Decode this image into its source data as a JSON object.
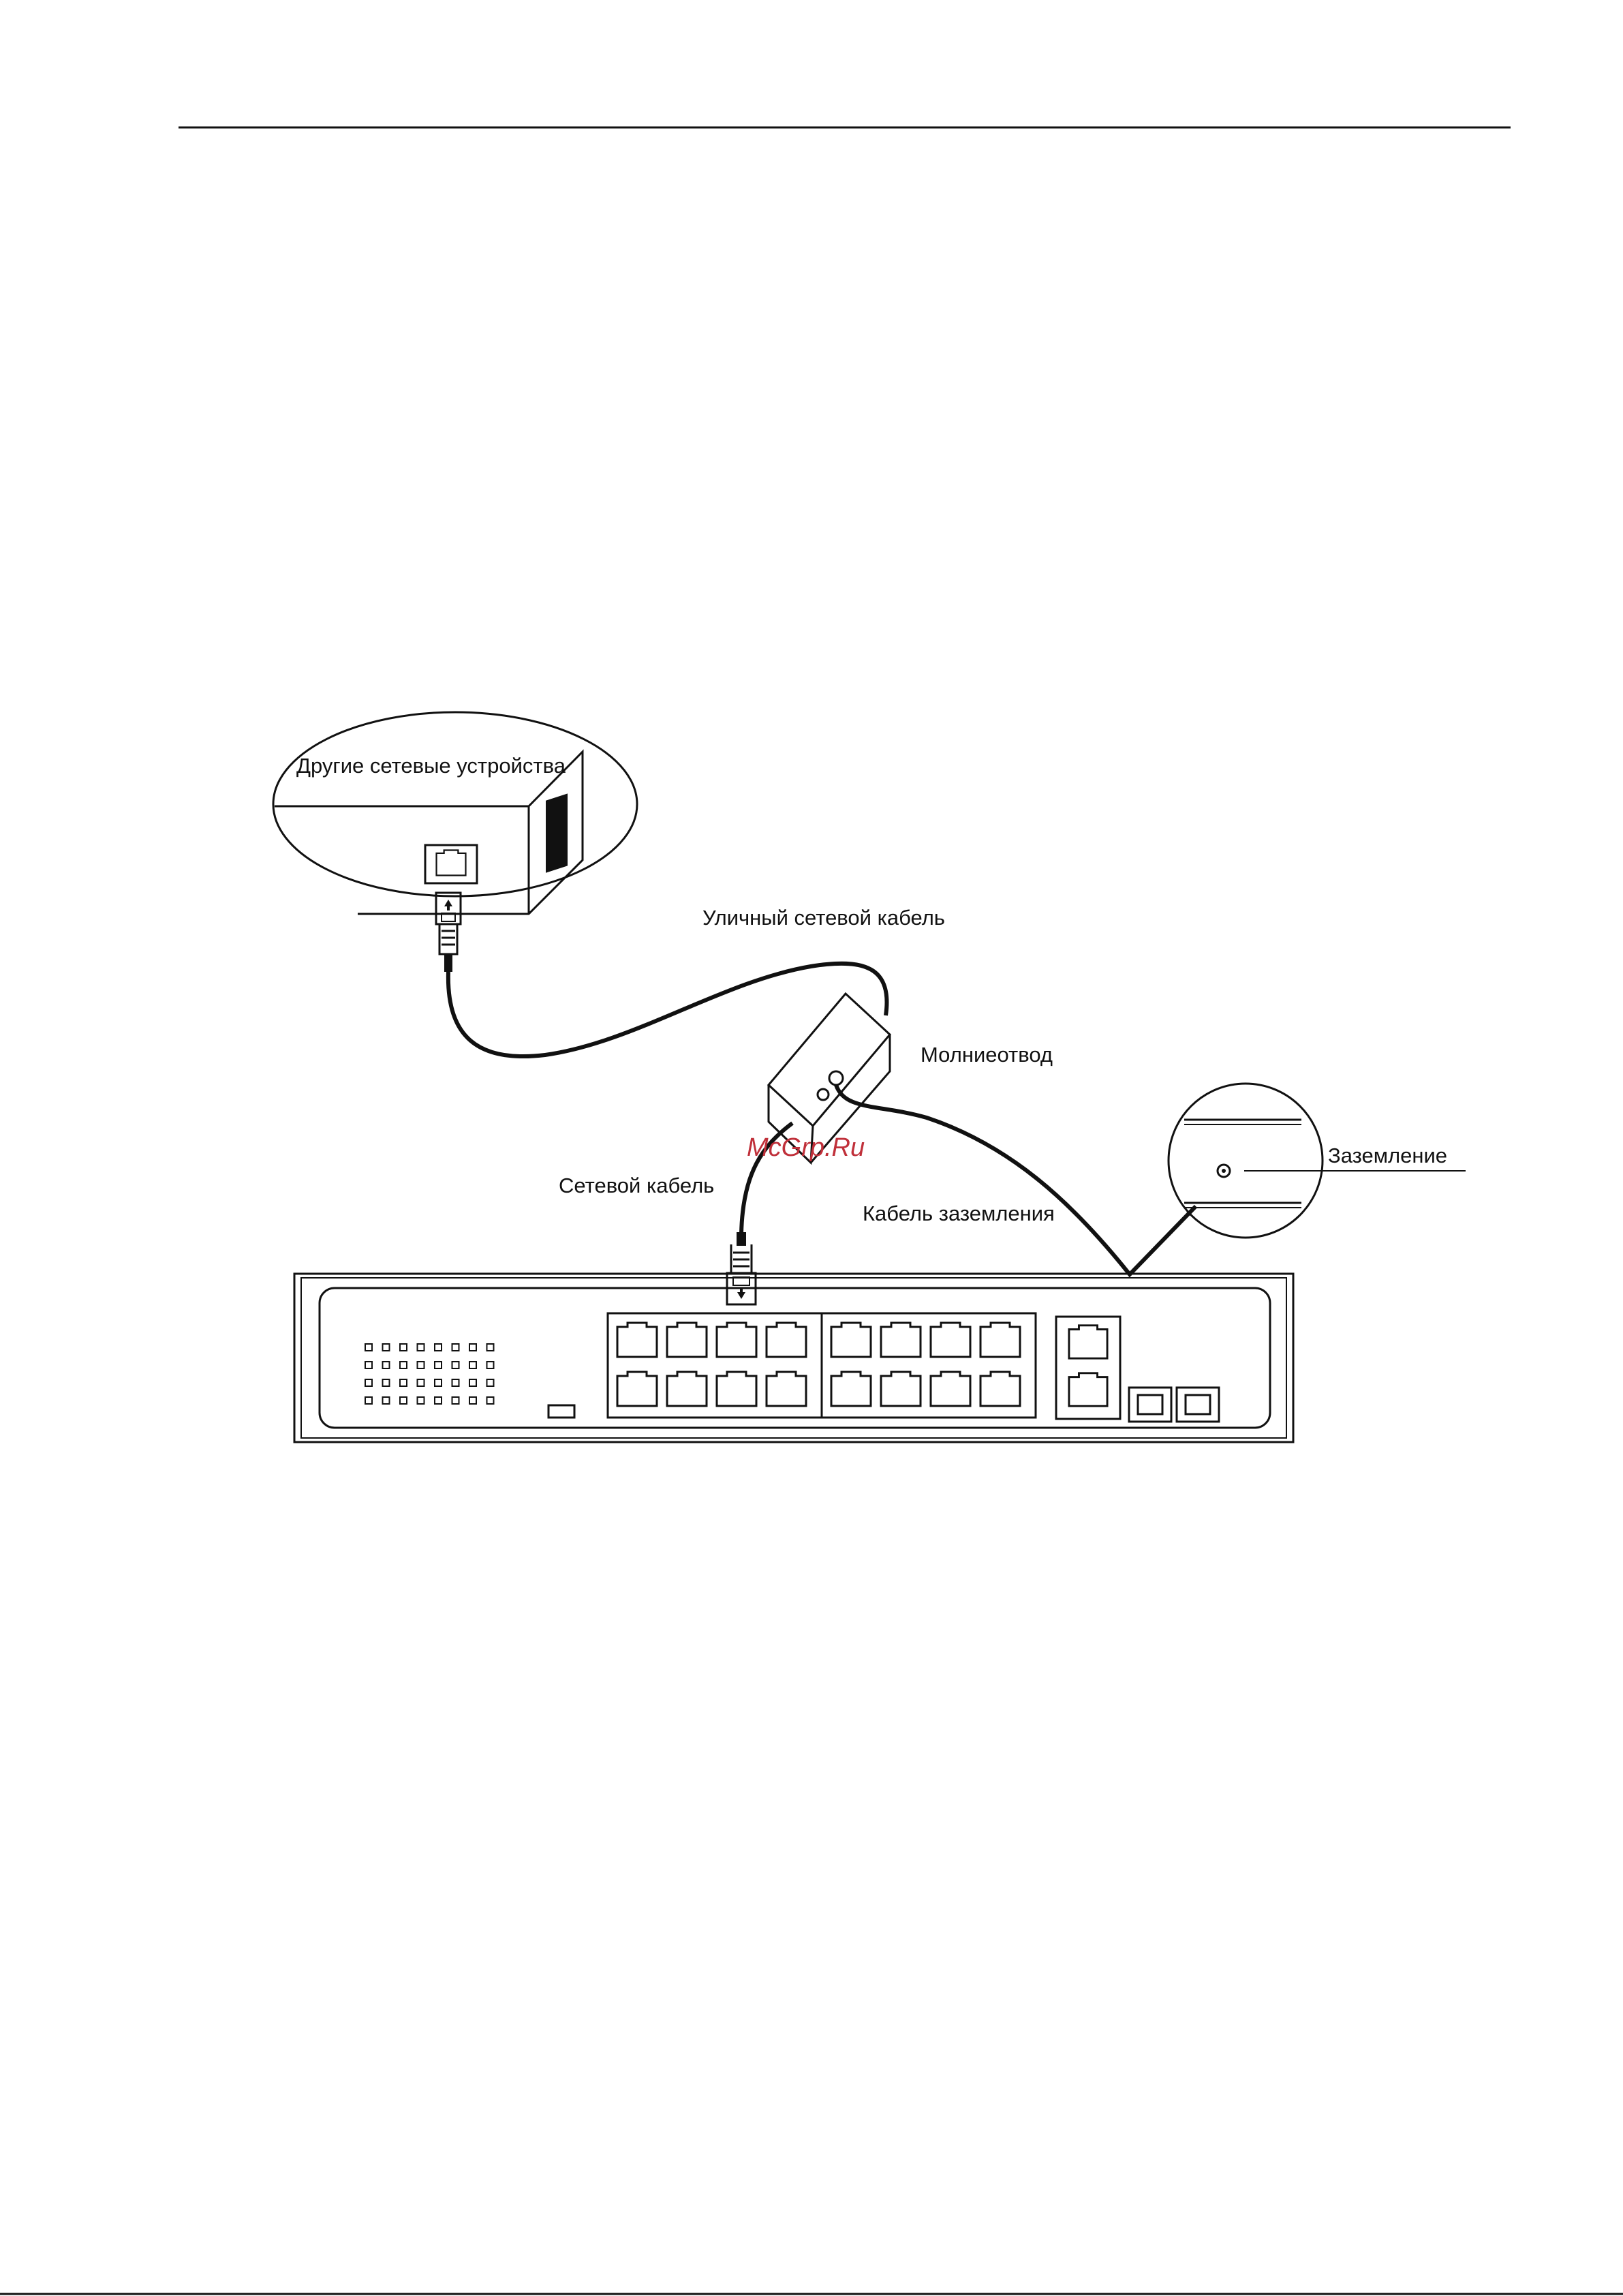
{
  "labels": {
    "other_devices": "Другие сетевые устройства",
    "outdoor_cable": "Уличный сетевой кабель",
    "surge_protector": "Молниеотвод",
    "grounding": "Заземление",
    "network_cable": "Сетевой кабель",
    "ground_cable": "Кабель заземления"
  },
  "watermark": "McGrp.Ru",
  "colors": {
    "line": "#111111",
    "watermark": "#c0303a"
  },
  "switch": {
    "rj45_ports": 16,
    "uplink_ports": 2,
    "sfp_ports": 2
  }
}
